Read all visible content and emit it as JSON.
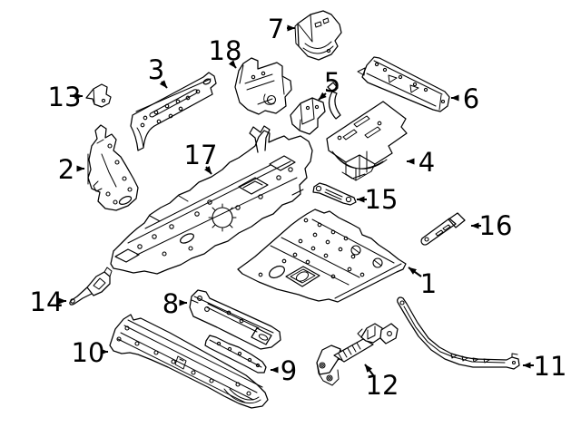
{
  "diagram": {
    "background_color": "#ffffff",
    "line_color": "#000000",
    "callouts": [
      {
        "label": "1"
      },
      {
        "label": "2"
      },
      {
        "label": "3"
      },
      {
        "label": "4"
      },
      {
        "label": "5"
      },
      {
        "label": "6"
      },
      {
        "label": "7"
      },
      {
        "label": "8"
      },
      {
        "label": "9"
      },
      {
        "label": "10"
      },
      {
        "label": "11"
      },
      {
        "label": "12"
      },
      {
        "label": "13"
      },
      {
        "label": "14"
      },
      {
        "label": "15"
      },
      {
        "label": "16"
      },
      {
        "label": "17"
      },
      {
        "label": "18"
      }
    ]
  }
}
